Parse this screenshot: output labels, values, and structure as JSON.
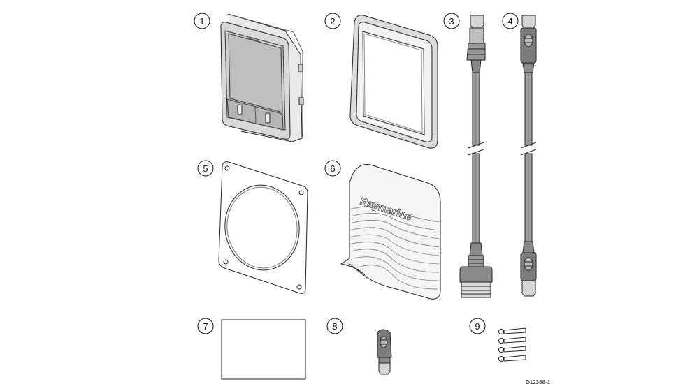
{
  "figure": {
    "doc_id": "D12388-1",
    "brand_text": "Raymarine",
    "callouts": [
      {
        "id": "1",
        "depicts": "display-unit"
      },
      {
        "id": "2",
        "depicts": "trim-bezel"
      },
      {
        "id": "3",
        "depicts": "seatalk-ng-backbone-cable-adaptor"
      },
      {
        "id": "4",
        "depicts": "seatalk-ng-spur-cable"
      },
      {
        "id": "5",
        "depicts": "panel-mounting-gasket"
      },
      {
        "id": "6",
        "depicts": "sun-cover"
      },
      {
        "id": "7",
        "depicts": "documentation-pack"
      },
      {
        "id": "8",
        "depicts": "blanking-plug"
      },
      {
        "id": "9",
        "depicts": "fixing-screws"
      }
    ]
  }
}
